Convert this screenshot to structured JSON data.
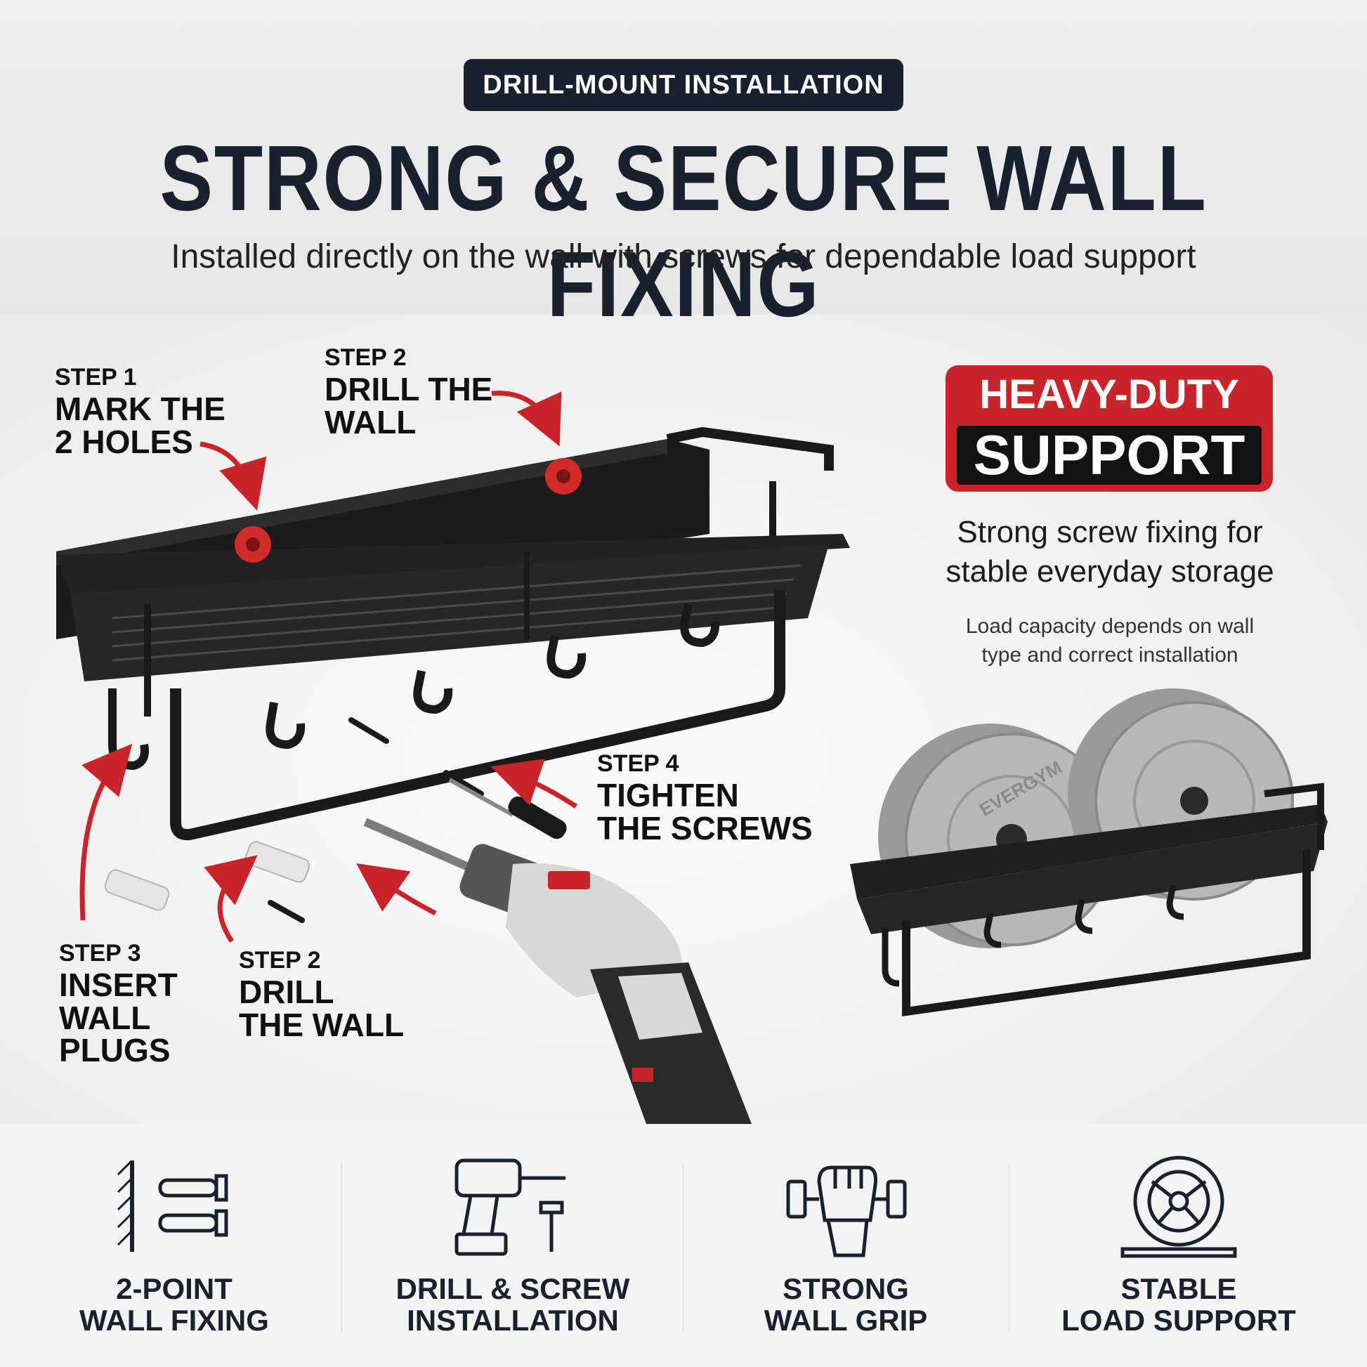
{
  "header": {
    "badge": "DRILL-MOUNT INSTALLATION",
    "title": "STRONG & SECURE WALL FIXING",
    "subtitle": "Installed directly on the wall with screws for dependable load support"
  },
  "steps": [
    {
      "number": "STEP 1",
      "line1": "MARK THE",
      "line2": "2 HOLES",
      "line3": ""
    },
    {
      "number": "STEP 2",
      "line1": "DRILL THE",
      "line2": "WALL",
      "line3": ""
    },
    {
      "number": "STEP 4",
      "line1": "TIGHTEN",
      "line2": "THE SCREWS",
      "line3": ""
    },
    {
      "number": "STEP 3",
      "line1": "INSERT",
      "line2": "WALL",
      "line3": "PLUGS"
    },
    {
      "number": "STEP 2",
      "line1": "DRILL",
      "line2": "THE WALL",
      "line3": ""
    }
  ],
  "side_panel": {
    "badge_top": "HEAVY-DUTY",
    "badge_bottom": "SUPPORT",
    "main_line1": "Strong screw fixing for",
    "main_line2": "stable everyday storage",
    "note_line1": "Load capacity depends on wall",
    "note_line2": "type and correct installation"
  },
  "plate_brand": "EVERGYM",
  "features": [
    {
      "icon": "wall-screws-icon",
      "line1": "2-POINT",
      "line2": "WALL FIXING"
    },
    {
      "icon": "drill-screw-icon",
      "line1": "DRILL & SCREW",
      "line2": "INSTALLATION"
    },
    {
      "icon": "fist-grip-icon",
      "line1": "STRONG",
      "line2": "WALL GRIP"
    },
    {
      "icon": "weight-plate-icon",
      "line1": "STABLE",
      "line2": "LOAD SUPPORT"
    }
  ],
  "colors": {
    "navy": "#18212d",
    "red": "#c9242a",
    "shelf": "#1a1a1a"
  }
}
